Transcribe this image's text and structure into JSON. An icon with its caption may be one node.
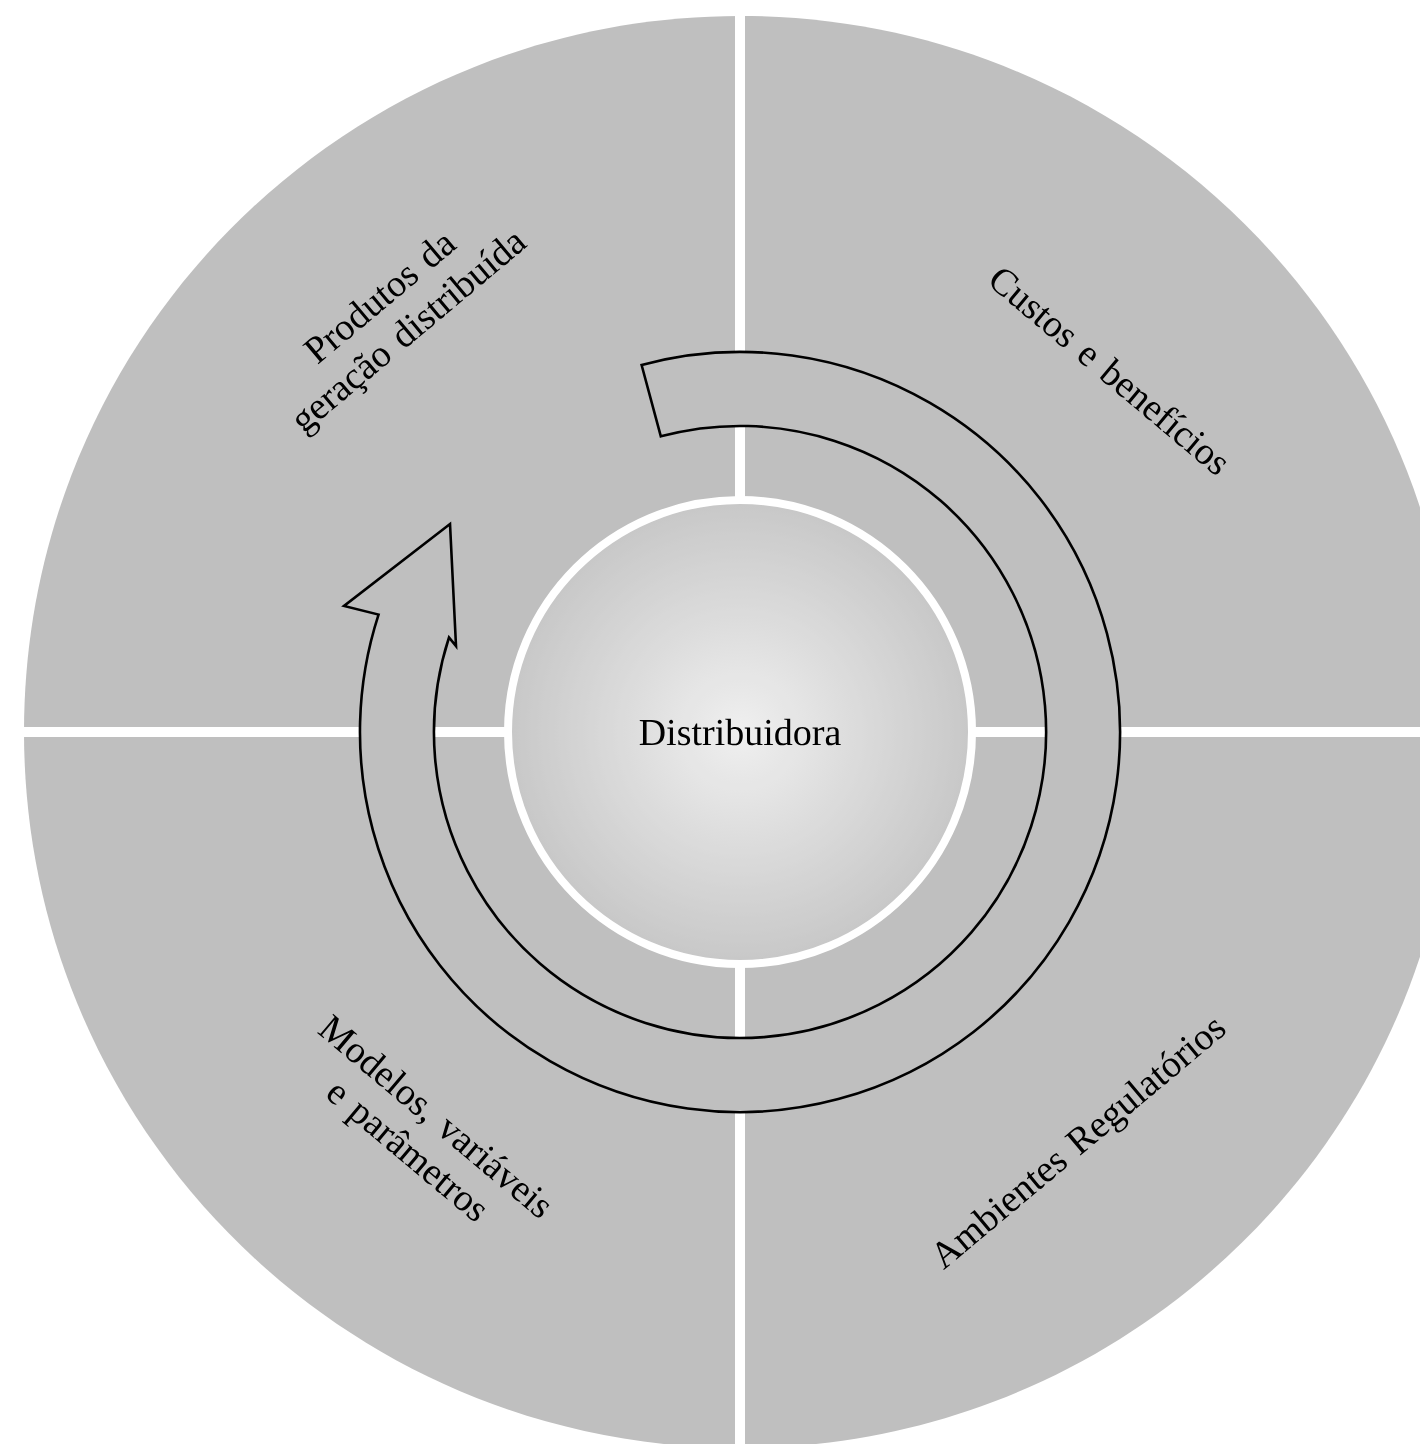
{
  "diagram": {
    "nodes": [
      {
        "text": [
          "Produtos da geração distribuída"
        ]
      },
      {
        "text": [
          "Custos e benefícios"
        ]
      },
      {
        "text": [
          "Distribuidora"
        ]
      },
      {
        "text": [
          "Modelos, variáveis e parâmetros"
        ]
      },
      {
        "text": [
          "Ambientes Regulatórios"
        ]
      }
    ]
  }
}
